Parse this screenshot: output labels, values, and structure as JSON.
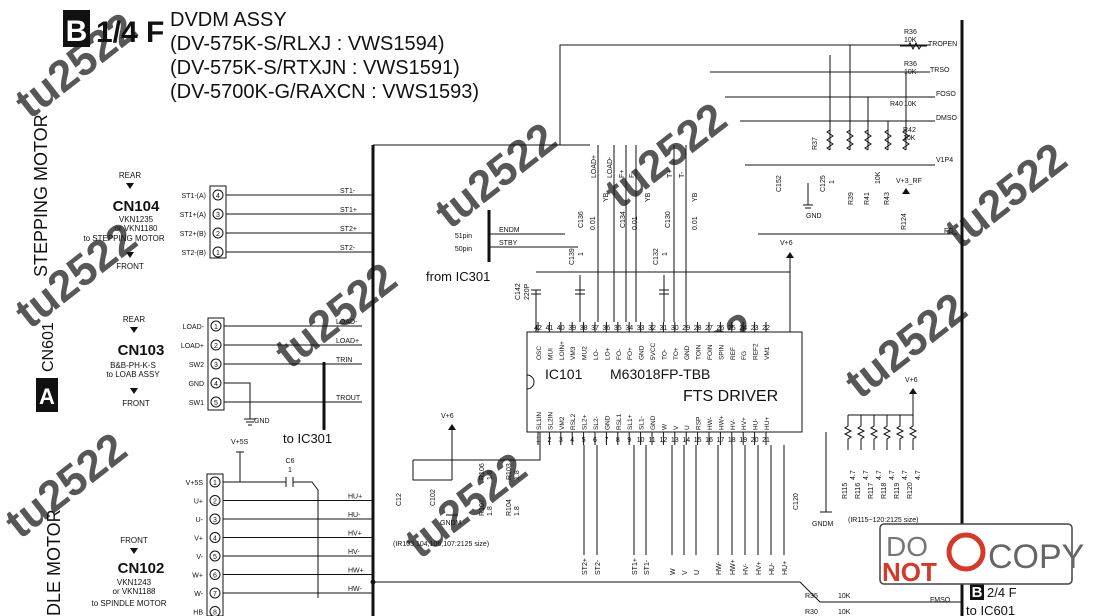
{
  "header": {
    "badge": "B",
    "section": "1/4 F",
    "title": "DVDM ASSY",
    "models": [
      "(DV-575K-S/RLXJ : VWS1594)",
      "(DV-575K-S/RTXJN : VWS1591)",
      "(DV-5700K-G/RAXCN : VWS1593)"
    ]
  },
  "left_blocks": {
    "stepping_motor": "STEPPING MOTOR",
    "assy_a_badge": "A",
    "assy_a_label": "CN601",
    "spindle_motor": "DLE MOTOR"
  },
  "cn104": {
    "rear": "REAR",
    "front": "FRONT",
    "name": "CN104",
    "part1": "VKN1235",
    "part2": "or VKN1180",
    "to": "to STEPPING MOTOR",
    "pins": [
      {
        "label": "ST1-(A)",
        "num": "4",
        "net": "ST1-"
      },
      {
        "label": "ST1+(A)",
        "num": "3",
        "net": "ST1+"
      },
      {
        "label": "ST2+(B)",
        "num": "2",
        "net": "ST2+"
      },
      {
        "label": "ST2-(B)",
        "num": "1",
        "net": "ST2-"
      }
    ]
  },
  "cn103": {
    "rear": "REAR",
    "front": "FRONT",
    "name": "CN103",
    "part1": "B&B-PH-K-S",
    "to": "to LOAB ASSY",
    "pins": [
      {
        "label": "LOAD-",
        "num": "1",
        "net": "LOAD-"
      },
      {
        "label": "LOAD+",
        "num": "2",
        "net": "LOAD+"
      },
      {
        "label": "SW2",
        "num": "3",
        "net": "TRIN"
      },
      {
        "label": "GND",
        "num": "4",
        "net": ""
      },
      {
        "label": "SW1",
        "num": "5",
        "net": "TROUT"
      }
    ],
    "gnd": "GND",
    "to_ic": "to IC301"
  },
  "cn102": {
    "front": "FRONT",
    "name": "CN102",
    "part1": "VKN1243",
    "part2": "or VKN1188",
    "to": "to SPINDLE MOTOR",
    "supply": "V+5S",
    "cap_name": "C6",
    "cap_val": "1",
    "pins": [
      {
        "label": "V+5S",
        "num": "1",
        "net": ""
      },
      {
        "label": "U+",
        "num": "2",
        "net": "HU+"
      },
      {
        "label": "U-",
        "num": "3",
        "net": "HU-"
      },
      {
        "label": "V+",
        "num": "4",
        "net": "HV+"
      },
      {
        "label": "V-",
        "num": "5",
        "net": "HV-"
      },
      {
        "label": "W+",
        "num": "6",
        "net": "HW+"
      },
      {
        "label": "W-",
        "num": "7",
        "net": "HW-"
      },
      {
        "label": "HB",
        "num": "8",
        "net": ""
      }
    ]
  },
  "ic301_link": {
    "pin51": "51pin",
    "pin50": "50pin",
    "sig1": "ENDM",
    "sig2": "STBY",
    "from": "from IC301"
  },
  "ic101": {
    "ref": "IC101",
    "part": "M63018FP-TBB",
    "name": "FTS DRIVER",
    "top_pins": [
      {
        "n": "42",
        "l": "OSC"
      },
      {
        "n": "41",
        "l": "MUI"
      },
      {
        "n": "40",
        "l": "LOIN+"
      },
      {
        "n": "39",
        "l": "VM3"
      },
      {
        "n": "38",
        "l": "MU2"
      },
      {
        "n": "37",
        "l": "LO-"
      },
      {
        "n": "36",
        "l": "LO+"
      },
      {
        "n": "35",
        "l": "FO-"
      },
      {
        "n": "34",
        "l": "FO+"
      },
      {
        "n": "33",
        "l": "GND"
      },
      {
        "n": "32",
        "l": "5VCC"
      },
      {
        "n": "31",
        "l": "TO-"
      },
      {
        "n": "30",
        "l": "TO+"
      },
      {
        "n": "29",
        "l": "GND"
      },
      {
        "n": "28",
        "l": "TOIN"
      },
      {
        "n": "27",
        "l": "FOIN"
      },
      {
        "n": "26",
        "l": "SPIN"
      },
      {
        "n": "25",
        "l": "REF"
      },
      {
        "n": "24",
        "l": "FG"
      },
      {
        "n": "23",
        "l": "REF2"
      },
      {
        "n": "22",
        "l": "VM1"
      }
    ],
    "bottom_pins": [
      {
        "n": "1",
        "l": "SL1IN"
      },
      {
        "n": "2",
        "l": "SL2IN"
      },
      {
        "n": "3",
        "l": "VM2"
      },
      {
        "n": "4",
        "l": "RSL2"
      },
      {
        "n": "5",
        "l": "SL2+"
      },
      {
        "n": "6",
        "l": "SL2-"
      },
      {
        "n": "7",
        "l": "GND"
      },
      {
        "n": "8",
        "l": "RSL1"
      },
      {
        "n": "9",
        "l": "SL1+"
      },
      {
        "n": "10",
        "l": "SL1-"
      },
      {
        "n": "11",
        "l": "GND"
      },
      {
        "n": "12",
        "l": "W"
      },
      {
        "n": "13",
        "l": "V"
      },
      {
        "n": "14",
        "l": "U"
      },
      {
        "n": "15",
        "l": "RSP"
      },
      {
        "n": "16",
        "l": "HW-"
      },
      {
        "n": "17",
        "l": "HW+"
      },
      {
        "n": "18",
        "l": "HV-"
      },
      {
        "n": "19",
        "l": "HV+"
      },
      {
        "n": "20",
        "l": "HU-"
      },
      {
        "n": "21",
        "l": "HU+"
      }
    ]
  },
  "top_nets": [
    "LOAD+",
    "LOAD-",
    "F+",
    "F-",
    "T+",
    "T-"
  ],
  "caps_top": [
    {
      "ref": "C136",
      "val": "0.01",
      "tag": "YB"
    },
    {
      "ref": "C134",
      "val": "0.01",
      "tag": "YB"
    },
    {
      "ref": "C130",
      "val": "0.01",
      "tag": "YB"
    },
    {
      "ref": "C139",
      "val": "1"
    },
    {
      "ref": "C132",
      "val": "1"
    },
    {
      "ref": "C142",
      "val": "220P"
    }
  ],
  "right_nets": {
    "r36a": "R36",
    "r36a_val": "10K",
    "tropen": "TROPEN",
    "r36b": "R36",
    "r36b_val": "10K",
    "trso": "TRSO",
    "focus": "FOSO",
    "r40": "R40",
    "r40_val": "10K",
    "dmso": "DMSO",
    "r42": "R42",
    "r42_val": "10K",
    "r37": "R37",
    "v1p4": "V1P4",
    "c152": "C152",
    "c125": "C125",
    "c125_val": "1",
    "r39": "R39",
    "r41": "R41",
    "r41_val": "10K",
    "r43": "R43",
    "v3rf": "V+3_RF",
    "r124": "R124",
    "fg": "FG",
    "v6": "V+6",
    "gnd": "GND"
  },
  "left_lower": {
    "v6": "V+6",
    "c12": "C12",
    "c102": "C102",
    "r107": "R107",
    "r107_val": "1.8",
    "r106": "R106",
    "r106_val": "1.8",
    "r104": "R104",
    "r104_val": "1.8",
    "r103": "R103",
    "r103_val": "1.8",
    "gndm": "GNDM",
    "note": "(IR103,104,106,107:2125 size)"
  },
  "bottom_nets": [
    "ST2+",
    "ST2-",
    "ST1+",
    "ST1-",
    "W",
    "V",
    "U",
    "HW-",
    "HW+",
    "HV-",
    "HV+",
    "HU-",
    "HU+"
  ],
  "right_lower": {
    "v6": "V+6",
    "resistors": [
      {
        "ref": "R115",
        "val": "4.7"
      },
      {
        "ref": "R116",
        "val": "4.7"
      },
      {
        "ref": "R117",
        "val": "4.7"
      },
      {
        "ref": "R118",
        "val": "4.7"
      },
      {
        "ref": "R119",
        "val": "4.7"
      },
      {
        "ref": "R120",
        "val": "4.7"
      }
    ],
    "note": "(IR115~120:2125 size)",
    "c120": "C120",
    "gndm": "GNDM"
  },
  "footer": {
    "r35": "R35",
    "r35_val": "10K",
    "r30": "R30",
    "r30_val": "10K",
    "fmso": "FMSO",
    "sheet_badge": "B",
    "sheet": "2/4 F",
    "to": "to IC601"
  },
  "stamp": {
    "line1": "DO",
    "line2": "NOT",
    "word": "COPY"
  },
  "watermark": "tu2522",
  "colors": {
    "ink": "#111111",
    "stamp_red": "#d43a2a",
    "stamp_gray": "#777777",
    "watermark": "#d9d9d9"
  }
}
